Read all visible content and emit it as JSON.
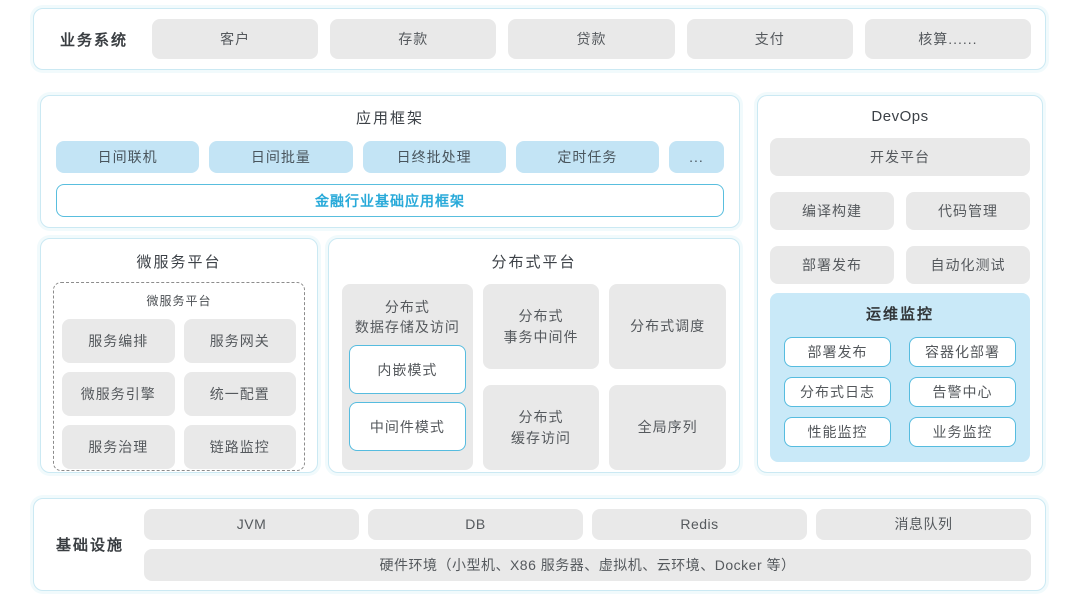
{
  "colors": {
    "accent_blue": "#29aad9",
    "panel_border": "#cbe9f3",
    "gray_box": "#e9e9e9",
    "blue_box": "#c3e4f5",
    "monitor_bg": "#c9e9f8",
    "white_box_border": "#56bcdf"
  },
  "business_system": {
    "label": "业务系统",
    "items": [
      "客户",
      "存款",
      "贷款",
      "支付",
      "核算......"
    ]
  },
  "app_framework": {
    "title": "应用框架",
    "items": [
      "日间联机",
      "日间批量",
      "日终批处理",
      "定时任务",
      "..."
    ],
    "base_framework": "金融行业基础应用框架"
  },
  "devops": {
    "title": "DevOps",
    "dev_platform": "开发平台",
    "items": [
      "编译构建",
      "代码管理",
      "部署发布",
      "自动化测试"
    ],
    "ops_monitor": {
      "title": "运维监控",
      "items": [
        "部署发布",
        "容器化部署",
        "分布式日志",
        "告警中心",
        "性能监控",
        "业务监控"
      ]
    }
  },
  "microservice": {
    "title": "微服务平台",
    "inner_label": "微服务平台",
    "items": [
      "服务编排",
      "服务网关",
      "微服务引擎",
      "统一配置",
      "服务治理",
      "链路监控"
    ]
  },
  "distributed": {
    "title": "分布式平台",
    "storage": {
      "title": "分布式\n数据存储及访问",
      "modes": [
        "内嵌模式",
        "中间件模式"
      ]
    },
    "cells": [
      "分布式\n事务中间件",
      "分布式调度",
      "分布式\n缓存访问",
      "全局序列"
    ]
  },
  "infrastructure": {
    "label": "基础设施",
    "items": [
      "JVM",
      "DB",
      "Redis",
      "消息队列"
    ],
    "hardware": "硬件环境（小型机、X86 服务器、虚拟机、云环境、Docker 等）"
  }
}
